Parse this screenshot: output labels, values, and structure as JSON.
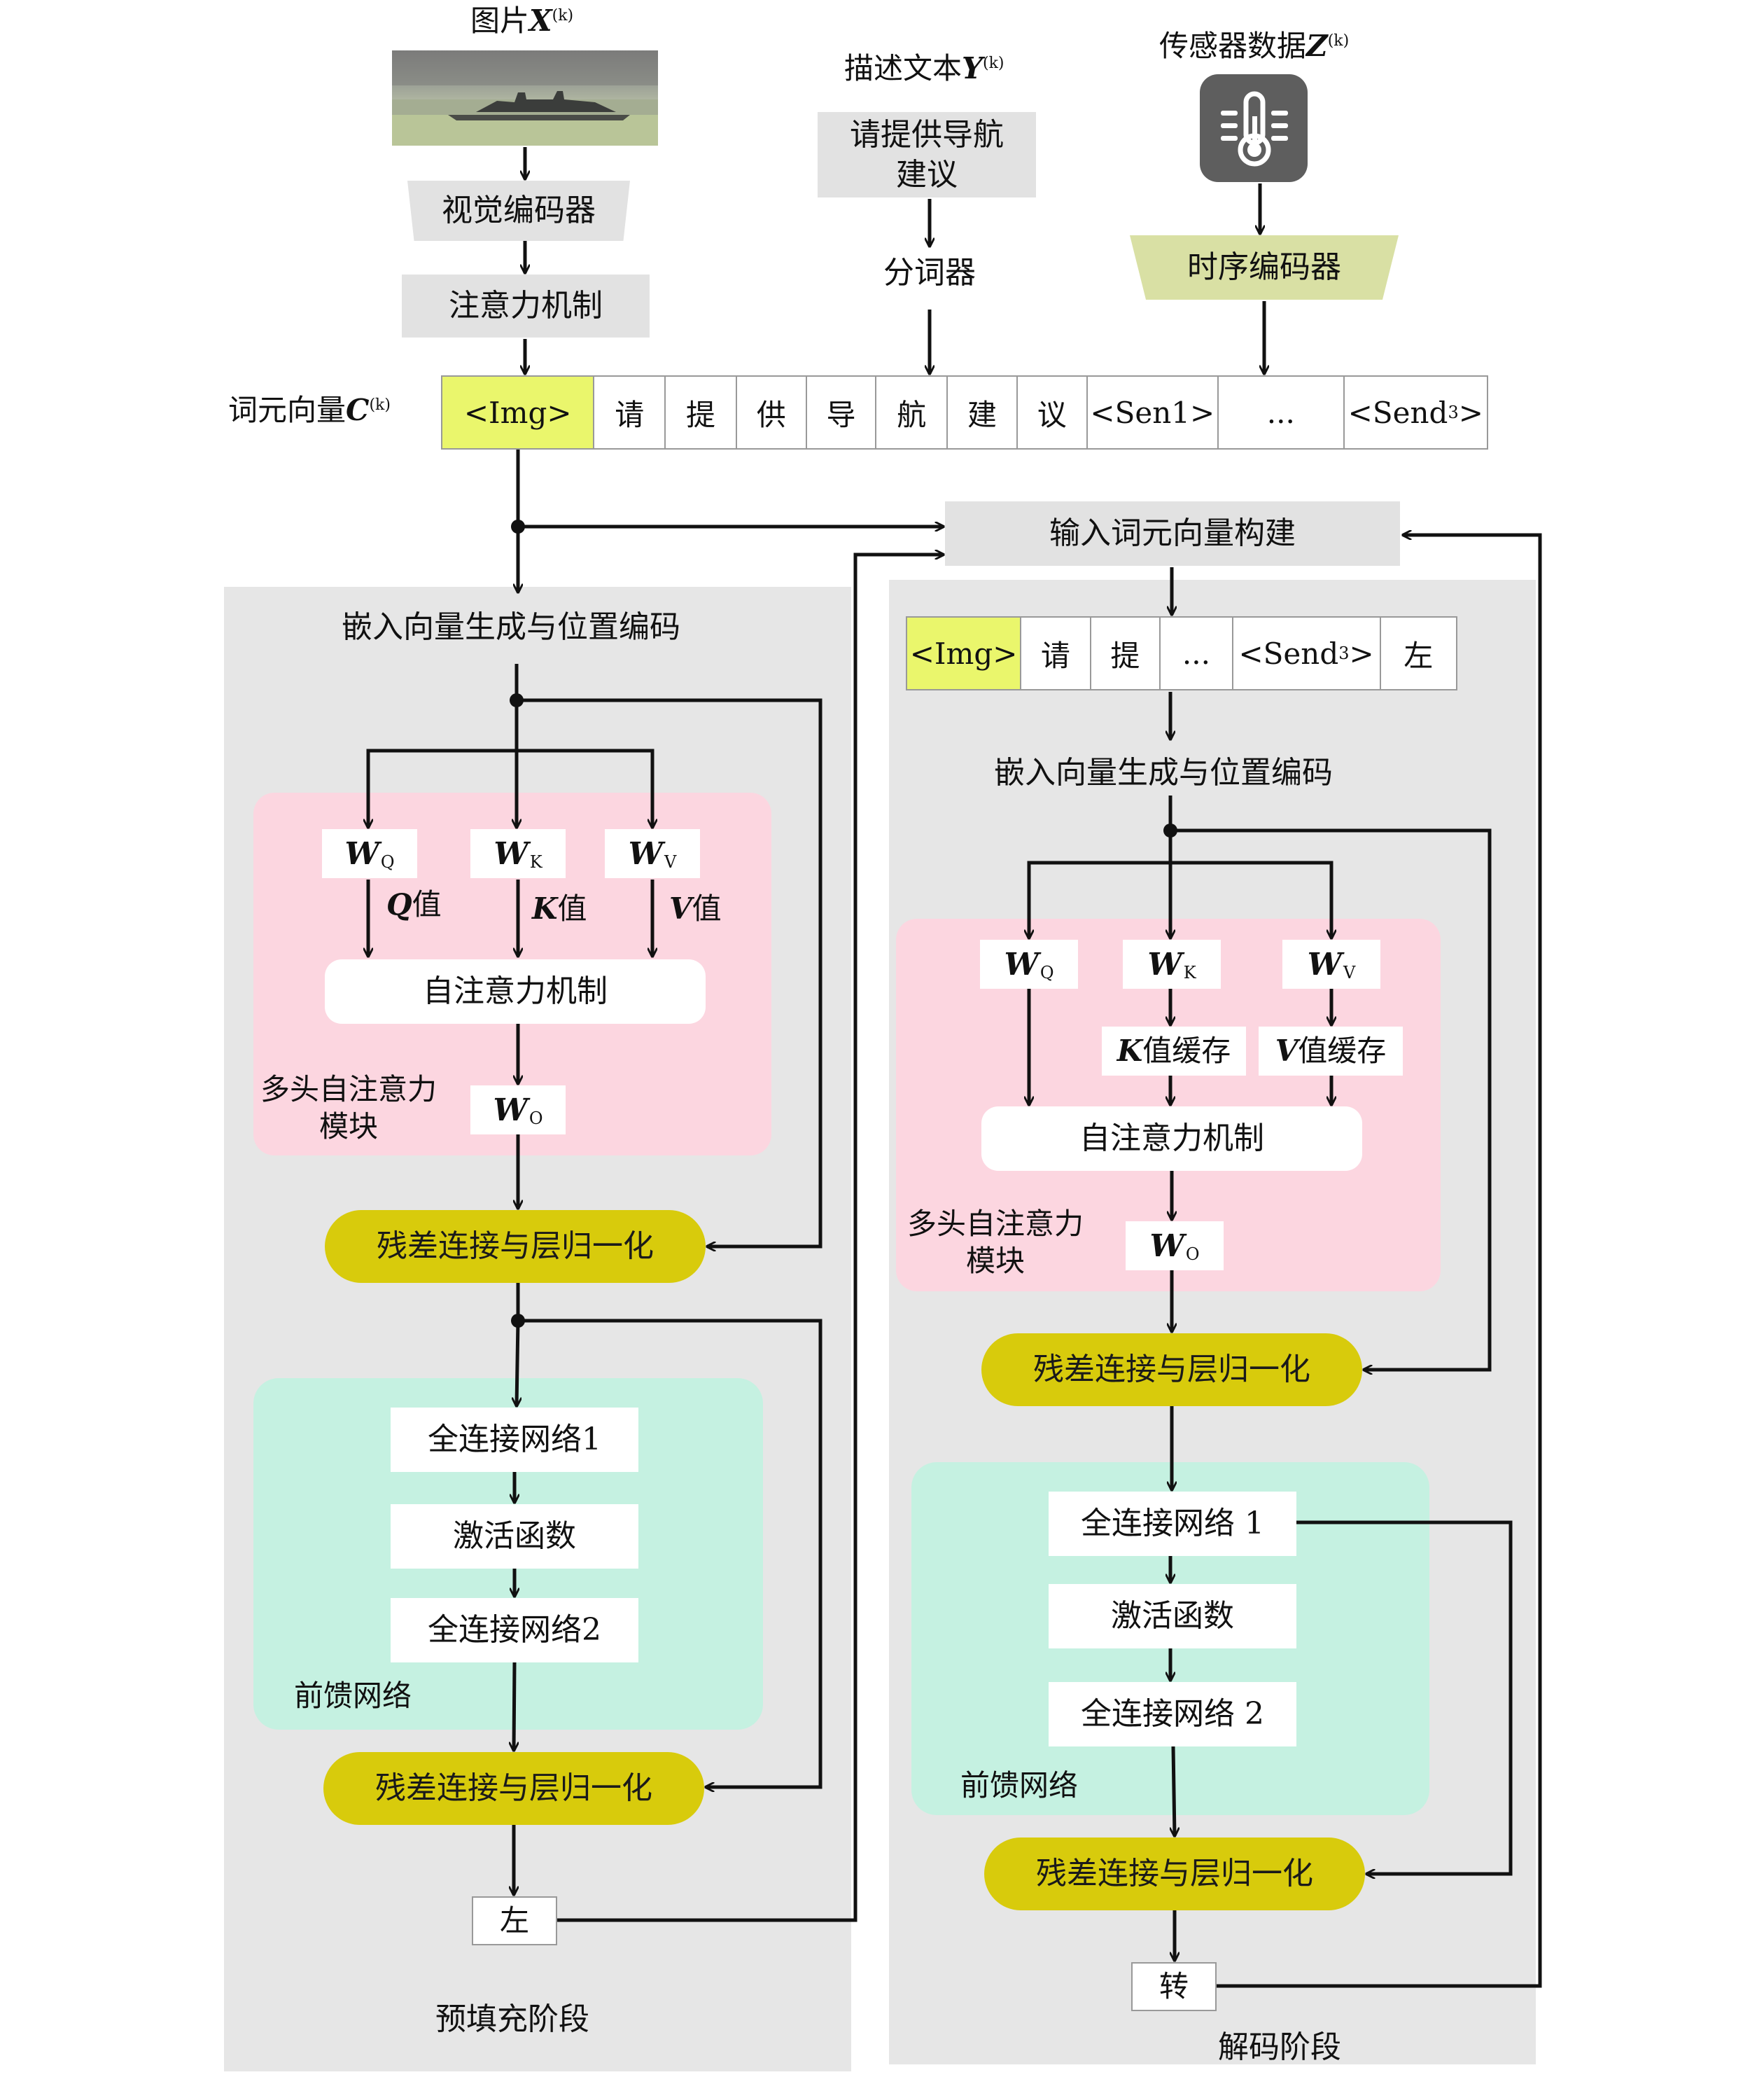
{
  "inputs": {
    "image_label": "图片",
    "image_symbol": "X",
    "image_sup": "(k)",
    "text_label": "描述文本",
    "text_symbol": "Y",
    "text_sup": "(k)",
    "sensor_label": "传感器数据",
    "sensor_symbol": "Z",
    "sensor_sup": "(k)",
    "text_content": "请提供导航\n建议",
    "sensor_icon": "thermometer-icon"
  },
  "encoders": {
    "visual_encoder": "视觉编码器",
    "attention": "注意力机制",
    "tokenizer": "分词器",
    "temporal_encoder": "时序编码器"
  },
  "token_vector": {
    "label": "词元向量",
    "symbol": "C",
    "sup": "(k)",
    "tokens": [
      "<Img>",
      "请",
      "提",
      "供",
      "导",
      "航",
      "建",
      "议",
      "<Sen1>",
      "...",
      "<Send3>"
    ]
  },
  "input_build": "输入词元向量构建",
  "decode_tokens": [
    "<Img>",
    "请",
    "提",
    "...",
    "<Send3>",
    "左"
  ],
  "prefill": {
    "embed": "嵌入向量生成与位置编码",
    "wq": "W",
    "wq_sub": "Q",
    "wk": "W",
    "wk_sub": "K",
    "wv": "W",
    "wv_sub": "V",
    "q_value": "值",
    "q_sym": "Q",
    "k_value": "值",
    "k_sym": "K",
    "v_value": "值",
    "v_sym": "V",
    "self_attention": "自注意力机制",
    "mha_label": "多头自注意力\n模块",
    "wo": "W",
    "wo_sub": "O",
    "residual1": "残差连接与层归一化",
    "fc1": "全连接网络1",
    "activation": "激活函数",
    "fc2": "全连接网络2",
    "ffn_label": "前馈网络",
    "residual2": "残差连接与层归一化",
    "output": "左",
    "stage": "预填充阶段"
  },
  "decode": {
    "embed": "嵌入向量生成与位置编码",
    "wq": "W",
    "wq_sub": "Q",
    "wk": "W",
    "wk_sub": "K",
    "wv": "W",
    "wv_sub": "V",
    "k_cache": "值缓存",
    "k_sym": "K",
    "v_cache": "值缓存",
    "v_sym": "V",
    "self_attention": "自注意力机制",
    "mha_label": "多头自注意力\n模块",
    "wo": "W",
    "wo_sub": "O",
    "residual1": "残差连接与层归一化",
    "fc1": "全连接网络 1",
    "activation": "激活函数",
    "fc2": "全连接网络 2",
    "ffn_label": "前馈网络",
    "residual2": "残差连接与层归一化",
    "output": "转",
    "stage": "解码阶段"
  },
  "colors": {
    "yellow_pill": "#d8cb0c",
    "token_img": "#eaf66c",
    "pink_block": "#fcd6e0",
    "mint_block": "#c5f1e1",
    "panel_gray": "#e6e6e6",
    "temporal_encoder": "#d9e0a4"
  }
}
